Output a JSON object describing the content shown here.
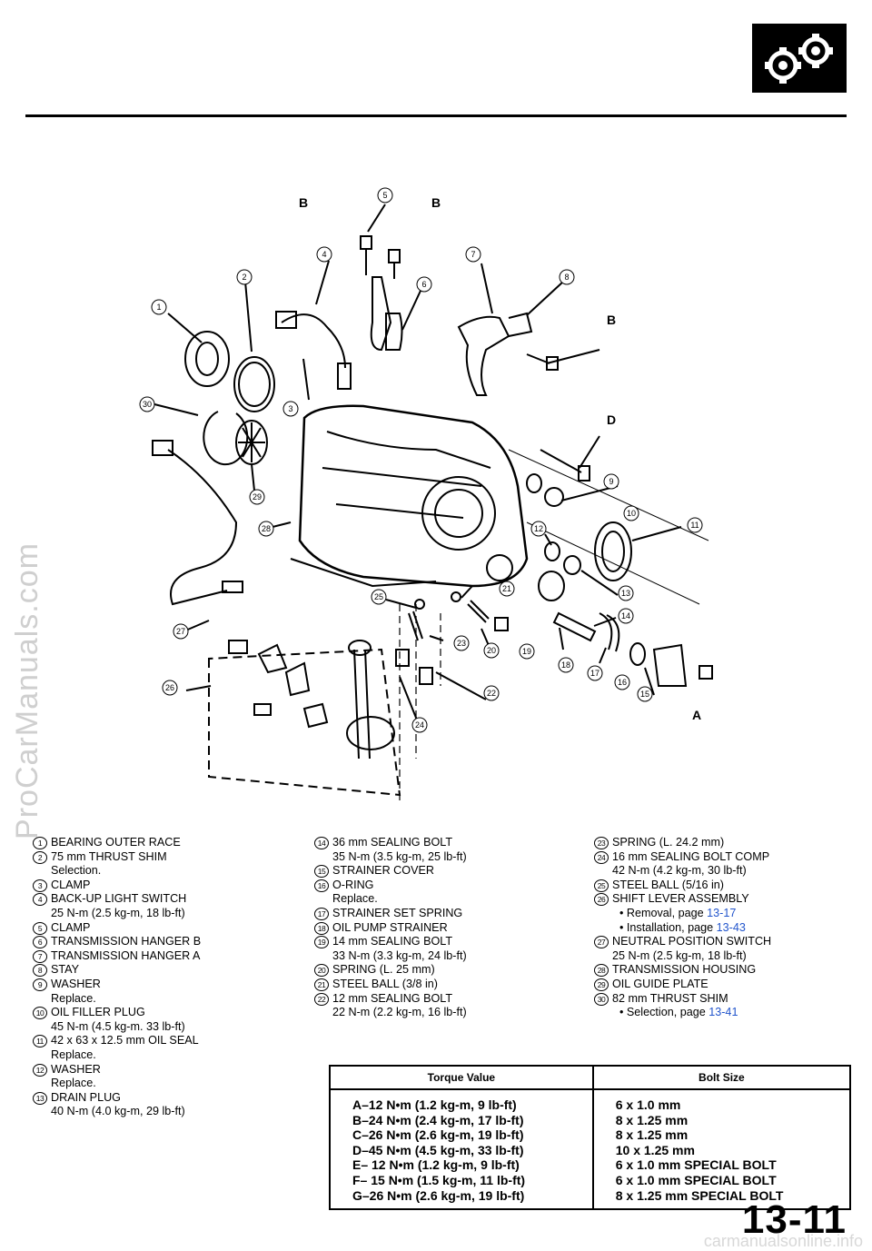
{
  "watermark": "ProCarManuals.com",
  "footer_watermark": "carmanualsonline.info",
  "page_number": "13-11",
  "callouts": {
    "letters": {
      "B": "B",
      "D": "D",
      "A": "A"
    },
    "numbers": [
      "1",
      "2",
      "3",
      "4",
      "5",
      "6",
      "7",
      "8",
      "9",
      "10",
      "11",
      "12",
      "13",
      "14",
      "15",
      "16",
      "17",
      "18",
      "19",
      "20",
      "21",
      "22",
      "23",
      "24",
      "25",
      "26",
      "27",
      "28",
      "29",
      "30"
    ]
  },
  "legend": {
    "col1": [
      {
        "n": "1",
        "name": "BEARING OUTER RACE",
        "sub": []
      },
      {
        "n": "2",
        "name": "75 mm THRUST SHIM",
        "sub": [
          "Selection."
        ]
      },
      {
        "n": "3",
        "name": "CLAMP",
        "sub": []
      },
      {
        "n": "4",
        "name": "BACK-UP LIGHT SWITCH",
        "sub": [
          "25 N-m (2.5 kg-m, 18 lb-ft)"
        ]
      },
      {
        "n": "5",
        "name": "CLAMP",
        "sub": []
      },
      {
        "n": "6",
        "name": "TRANSMISSION HANGER B",
        "sub": []
      },
      {
        "n": "7",
        "name": "TRANSMISSION HANGER A",
        "sub": []
      },
      {
        "n": "8",
        "name": "STAY",
        "sub": []
      },
      {
        "n": "9",
        "name": "WASHER",
        "sub": [
          "Replace."
        ]
      },
      {
        "n": "10",
        "name": "OIL FILLER PLUG",
        "sub": [
          "45 N-m (4.5 kg-m. 33 lb-ft)"
        ]
      },
      {
        "n": "11",
        "name": "42 x 63 x 12.5 mm OIL SEAL",
        "sub": [
          "Replace."
        ]
      },
      {
        "n": "12",
        "name": "WASHER",
        "sub": [
          "Replace."
        ]
      },
      {
        "n": "13",
        "name": "DRAIN PLUG",
        "sub": [
          "40 N-m (4.0 kg-m, 29 lb-ft)"
        ]
      }
    ],
    "col2": [
      {
        "n": "14",
        "name": "36 mm SEALING BOLT",
        "sub": [
          "35 N-m (3.5 kg-m, 25 lb-ft)"
        ]
      },
      {
        "n": "15",
        "name": "STRAINER COVER",
        "sub": []
      },
      {
        "n": "16",
        "name": "O-RING",
        "sub": [
          "Replace."
        ]
      },
      {
        "n": "17",
        "name": "STRAINER SET SPRING",
        "sub": []
      },
      {
        "n": "18",
        "name": "OIL PUMP STRAINER",
        "sub": []
      },
      {
        "n": "19",
        "name": "14 mm SEALING BOLT",
        "sub": [
          "33 N-m (3.3 kg-m, 24 lb-ft)"
        ]
      },
      {
        "n": "20",
        "name": "SPRING (L. 25 mm)",
        "sub": []
      },
      {
        "n": "21",
        "name": "STEEL BALL (3/8 in)",
        "sub": []
      },
      {
        "n": "22",
        "name": "12 mm SEALING BOLT",
        "sub": [
          "22 N-m (2.2 kg-m, 16 lb-ft)"
        ]
      }
    ],
    "col3": [
      {
        "n": "23",
        "name": "SPRING (L. 24.2 mm)",
        "sub": []
      },
      {
        "n": "24",
        "name": "16 mm SEALING BOLT COMP",
        "sub": [
          "42 N-m (4.2 kg-m, 30 lb-ft)"
        ]
      },
      {
        "n": "25",
        "name": "STEEL BALL (5/16 in)",
        "sub": []
      },
      {
        "n": "26",
        "name": "SHIFT LEVER ASSEMBLY",
        "bullets": [
          {
            "text": "• Removal, page ",
            "link": "13-17"
          },
          {
            "text": "• Installation, page ",
            "link": "13-43"
          }
        ]
      },
      {
        "n": "27",
        "name": "NEUTRAL POSITION SWITCH",
        "sub": [
          "25 N-m (2.5 kg-m, 18 lb-ft)"
        ]
      },
      {
        "n": "28",
        "name": "TRANSMISSION HOUSING",
        "sub": []
      },
      {
        "n": "29",
        "name": "OIL GUIDE PLATE",
        "sub": []
      },
      {
        "n": "30",
        "name": "82 mm THRUST SHIM",
        "bullets": [
          {
            "text": "• Selection, page ",
            "link": "13-41"
          }
        ]
      }
    ]
  },
  "torque_table": {
    "headers": [
      "Torque Value",
      "Bolt Size"
    ],
    "rows": [
      [
        "A–12 N•m (1.2 kg-m, 9 lb-ft)",
        "6 x 1.0 mm"
      ],
      [
        "B–24 N•m (2.4 kg-m, 17 lb-ft)",
        "8 x 1.25 mm"
      ],
      [
        "C–26 N•m (2.6 kg-m, 19 lb-ft)",
        "8 x 1.25 mm"
      ],
      [
        "D–45 N•m (4.5 kg-m, 33 lb-ft)",
        "10 x 1.25 mm"
      ],
      [
        "E– 12 N•m (1.2 kg-m, 9 lb-ft)",
        "6 x 1.0 mm SPECIAL BOLT"
      ],
      [
        "F– 15 N•m (1.5 kg-m, 11 lb-ft)",
        "6 x 1.0 mm SPECIAL BOLT"
      ],
      [
        "G–26 N•m (2.6 kg-m, 19 lb-ft)",
        "8 x 1.25 mm SPECIAL BOLT"
      ]
    ]
  }
}
